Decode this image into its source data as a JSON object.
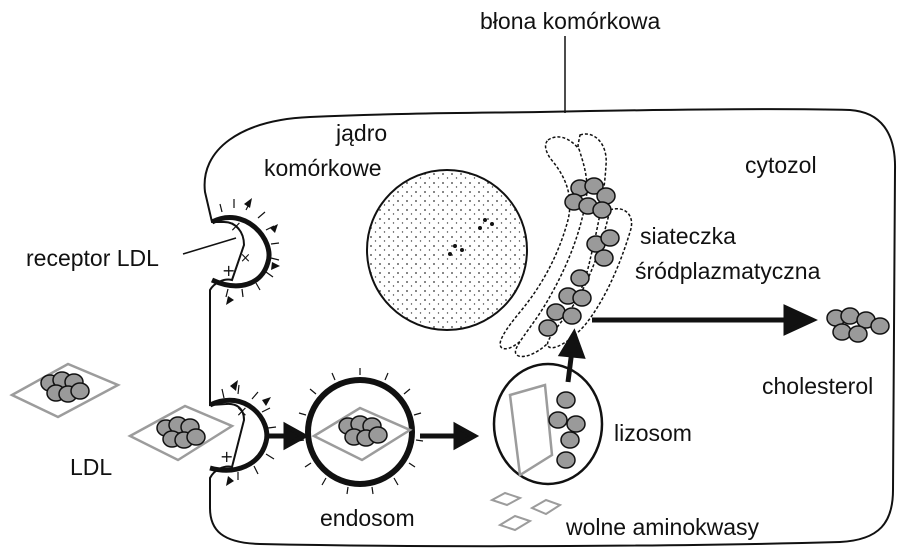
{
  "labels": {
    "membrane": "błona komórkowa",
    "nucleus_line1": "jądro",
    "nucleus_line2": "komórkowe",
    "cytosol": "cytozol",
    "receptor": "receptor LDL",
    "er_line1": "siateczka",
    "er_line2": "śródplazmatyczna",
    "cholesterol": "cholesterol",
    "ldl": "LDL",
    "endosome": "endosom",
    "lysosome": "lizosom",
    "amino_acids": "wolne aminokwasy"
  },
  "colors": {
    "ink": "#111111",
    "cholesterol_fill": "#9a9a9a",
    "protein_outline": "#9c9c9c"
  }
}
